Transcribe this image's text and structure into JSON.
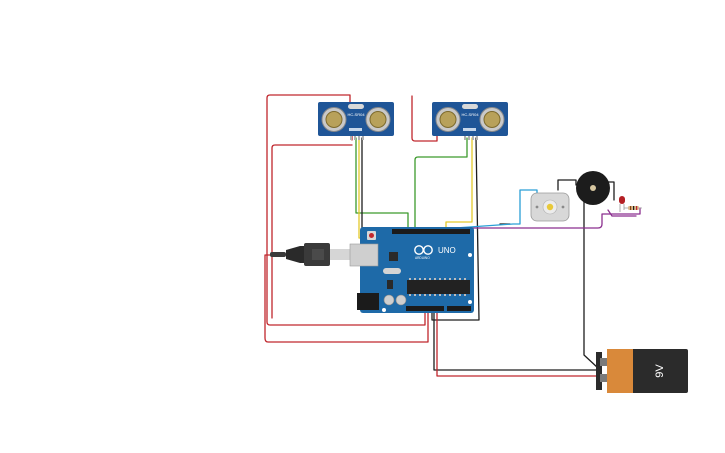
{
  "sensors": [
    {
      "label": "HC-SR04"
    },
    {
      "label": "HC-SR04"
    }
  ],
  "arduino": {
    "model": "UNO",
    "brand": "ARDUINO"
  },
  "battery": {
    "label": "9V"
  },
  "colors": {
    "board": "#1e6aa8",
    "sensor": "#1f5597",
    "wire_red": "#c0272d",
    "wire_black": "#1e1e1e",
    "wire_green": "#3c9a2c",
    "wire_yellow": "#e3c92b",
    "wire_cyan": "#2a9fd6",
    "wire_purple": "#8b2f8f",
    "battery_body": "#d9893a",
    "battery_cap": "#2b2b2b"
  }
}
